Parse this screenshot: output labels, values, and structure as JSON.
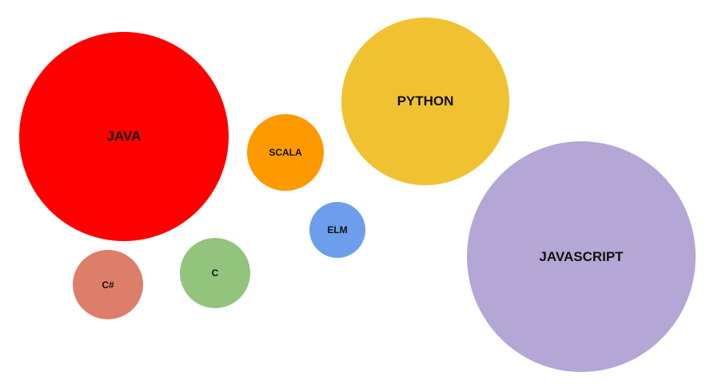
{
  "bubbles": [
    {
      "id": "java",
      "label": "JAVA",
      "color": "#ff0000"
    },
    {
      "id": "python",
      "label": "PYTHON",
      "color": "#f0c232"
    },
    {
      "id": "javascript",
      "label": "JAVASCRIPT",
      "color": "#b4a7d6"
    },
    {
      "id": "scala",
      "label": "SCALA",
      "color": "#ff9900"
    },
    {
      "id": "elm",
      "label": "ELM",
      "color": "#6d9eeb"
    },
    {
      "id": "c",
      "label": "C",
      "color": "#93c47d"
    },
    {
      "id": "csharp",
      "label": "C#",
      "color": "#dd7e6b"
    }
  ]
}
